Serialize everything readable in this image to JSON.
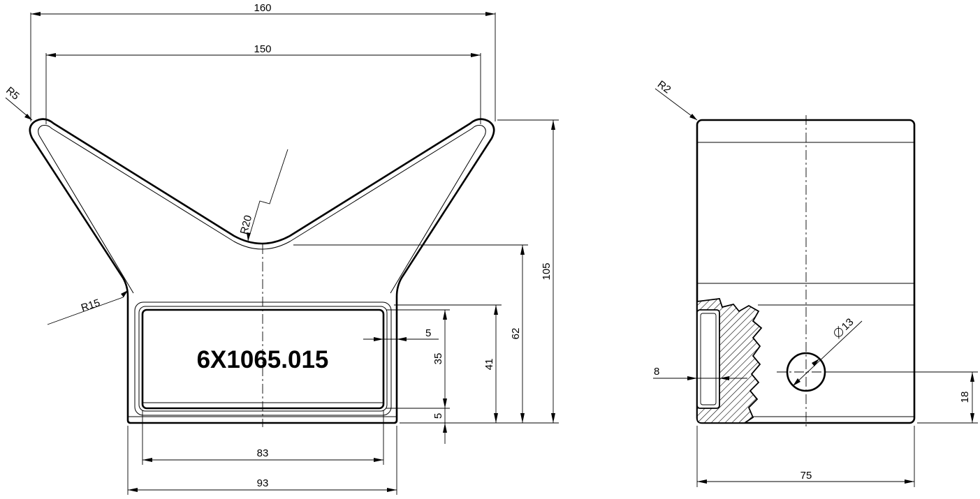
{
  "front_view": {
    "part_number": "6X1065.015",
    "dims": {
      "overall_width": "160",
      "inner_width": "150",
      "radius_tip": "R5",
      "radius_valley": "R20",
      "radius_neck": "R15",
      "overall_height": "105",
      "valley_height": "62",
      "slot_height": "41",
      "pocket_height": "35",
      "wall_side": "5",
      "wall_bottom": "5",
      "pocket_width": "83",
      "base_width": "93"
    }
  },
  "side_view": {
    "dims": {
      "radius_corner": "R2",
      "hole_diameter": "13",
      "wall": "8",
      "hole_height": "18",
      "width": "75"
    }
  }
}
